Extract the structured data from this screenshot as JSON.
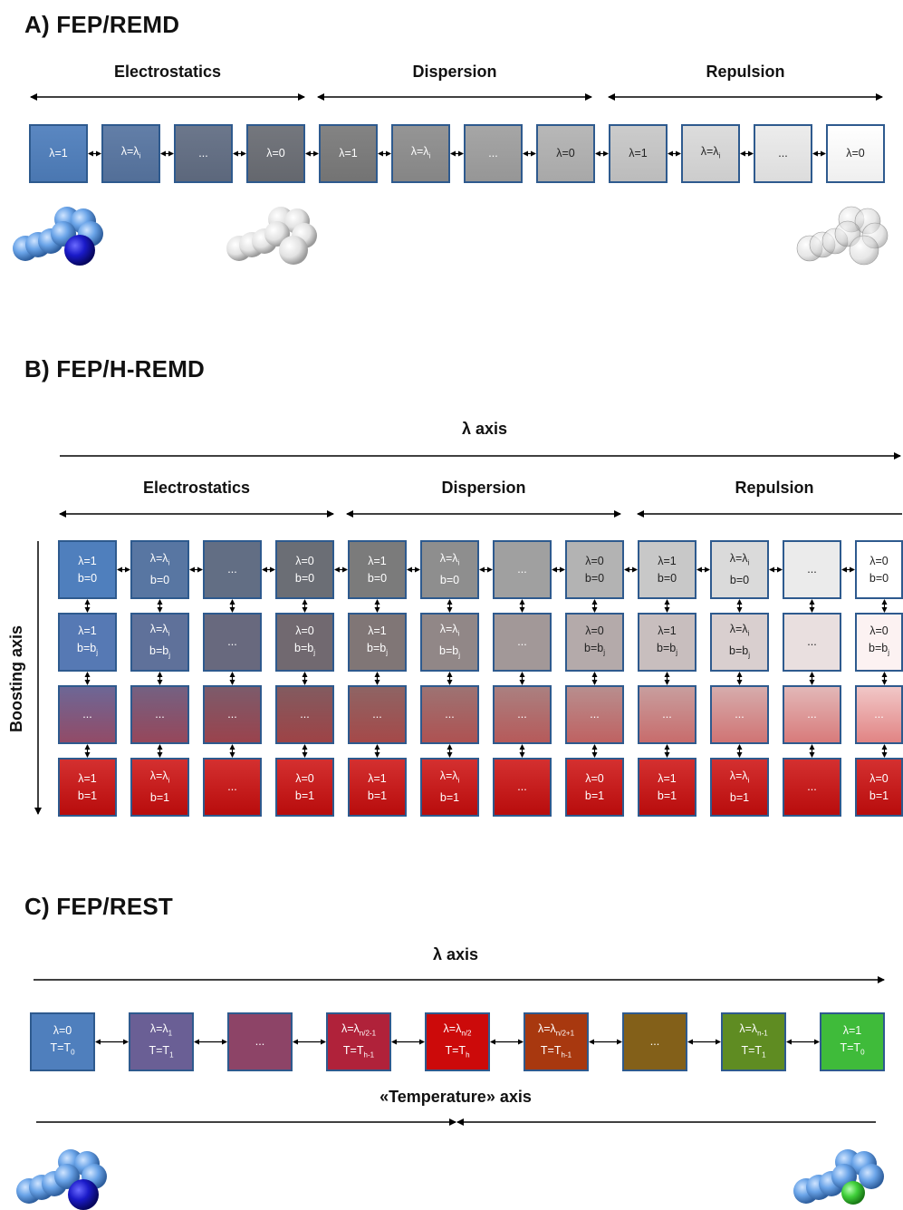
{
  "panel_a": {
    "title": "A) FEP/REMD",
    "sections": [
      "Electrostatics",
      "Dispersion",
      "Repulsion"
    ],
    "boxes": [
      {
        "label": "λ=1",
        "color": "#4f7fbd"
      },
      {
        "label": "λ=λi",
        "color": "#5876a2"
      },
      {
        "label": "...",
        "color": "#626e84"
      },
      {
        "label": "λ=0",
        "color": "#6b6e75"
      },
      {
        "label": "λ=1",
        "color": "#7b7b7b"
      },
      {
        "label": "λ=λi",
        "color": "#8e8e8e"
      },
      {
        "label": "...",
        "color": "#a0a0a0"
      },
      {
        "label": "λ=0",
        "color": "#b3b3b3"
      },
      {
        "label": "λ=1",
        "color": "#c8c8c8"
      },
      {
        "label": "λ=λi",
        "color": "#dadada"
      },
      {
        "label": "...",
        "color": "#ebebeb"
      },
      {
        "label": "λ=0",
        "color": "#ffffff"
      }
    ]
  },
  "panel_b": {
    "title": "B) FEP/H-REMD",
    "lambda_axis": "λ axis",
    "boosting_axis": "Boosting axis",
    "sections": [
      "Electrostatics",
      "Dispersion",
      "Repulsion"
    ],
    "rows": [
      [
        "λ=1|b=0",
        "λ=λi|b=0",
        "...",
        "λ=0|b=0",
        "λ=1|b=0",
        "λ=λi|b=0",
        "...",
        "λ=0|b=0",
        "λ=1|b=0",
        "λ=λi|b=0",
        "...",
        "λ=0|b=0"
      ],
      [
        "λ=1|b=bj",
        "λ=λi|b=bj",
        "...",
        "λ=0|b=bj",
        "λ=1|b=bj",
        "λ=λi|b=bj",
        "...",
        "λ=0|b=bj",
        "λ=1|b=bj",
        "λ=λi|b=bj",
        "...",
        "λ=0|b=bj"
      ],
      [
        "...",
        "...",
        "...",
        "...",
        "...",
        "...",
        "...",
        "...",
        "...",
        "...",
        "...",
        "..."
      ],
      [
        "λ=1|b=1",
        "λ=λi|b=1",
        "...",
        "λ=0|b=1",
        "λ=1|b=1",
        "λ=λi|b=1",
        "...",
        "λ=0|b=1",
        "λ=1|b=1",
        "λ=λi|b=1",
        "...",
        "λ=0|b=1"
      ]
    ]
  },
  "panel_c": {
    "title": "C) FEP/REST",
    "lambda_axis": "λ axis",
    "temperature_axis": "«Temperature» axis",
    "boxes": [
      {
        "l1": "λ=0",
        "l2": "T=T0",
        "color": "#4f7fbd"
      },
      {
        "l1": "λ=λ1",
        "l2": "T=T1",
        "color": "#6a5f95"
      },
      {
        "l1": "...",
        "l2": "",
        "color": "#8d4467"
      },
      {
        "l1": "λ=λn/2-1",
        "l2": "T=Th-1",
        "color": "#b0223a"
      },
      {
        "l1": "λ=λn/2",
        "l2": "T=Th",
        "color": "#cc0a0a"
      },
      {
        "l1": "λ=λn/2+1",
        "l2": "T=Th-1",
        "color": "#a8380f"
      },
      {
        "l1": "...",
        "l2": "",
        "color": "#836019"
      },
      {
        "l1": "λ=λn-1",
        "l2": "T=T1",
        "color": "#5f8c22"
      },
      {
        "l1": "λ=1",
        "l2": "T=T0",
        "color": "#3fbb3a"
      }
    ]
  },
  "colors": {
    "blue": "#4f7fbd",
    "grey_dark": "#6b6e75",
    "red": "#cc0a0a",
    "green": "#3fbb3a",
    "box_border": "#2e5a8e"
  }
}
